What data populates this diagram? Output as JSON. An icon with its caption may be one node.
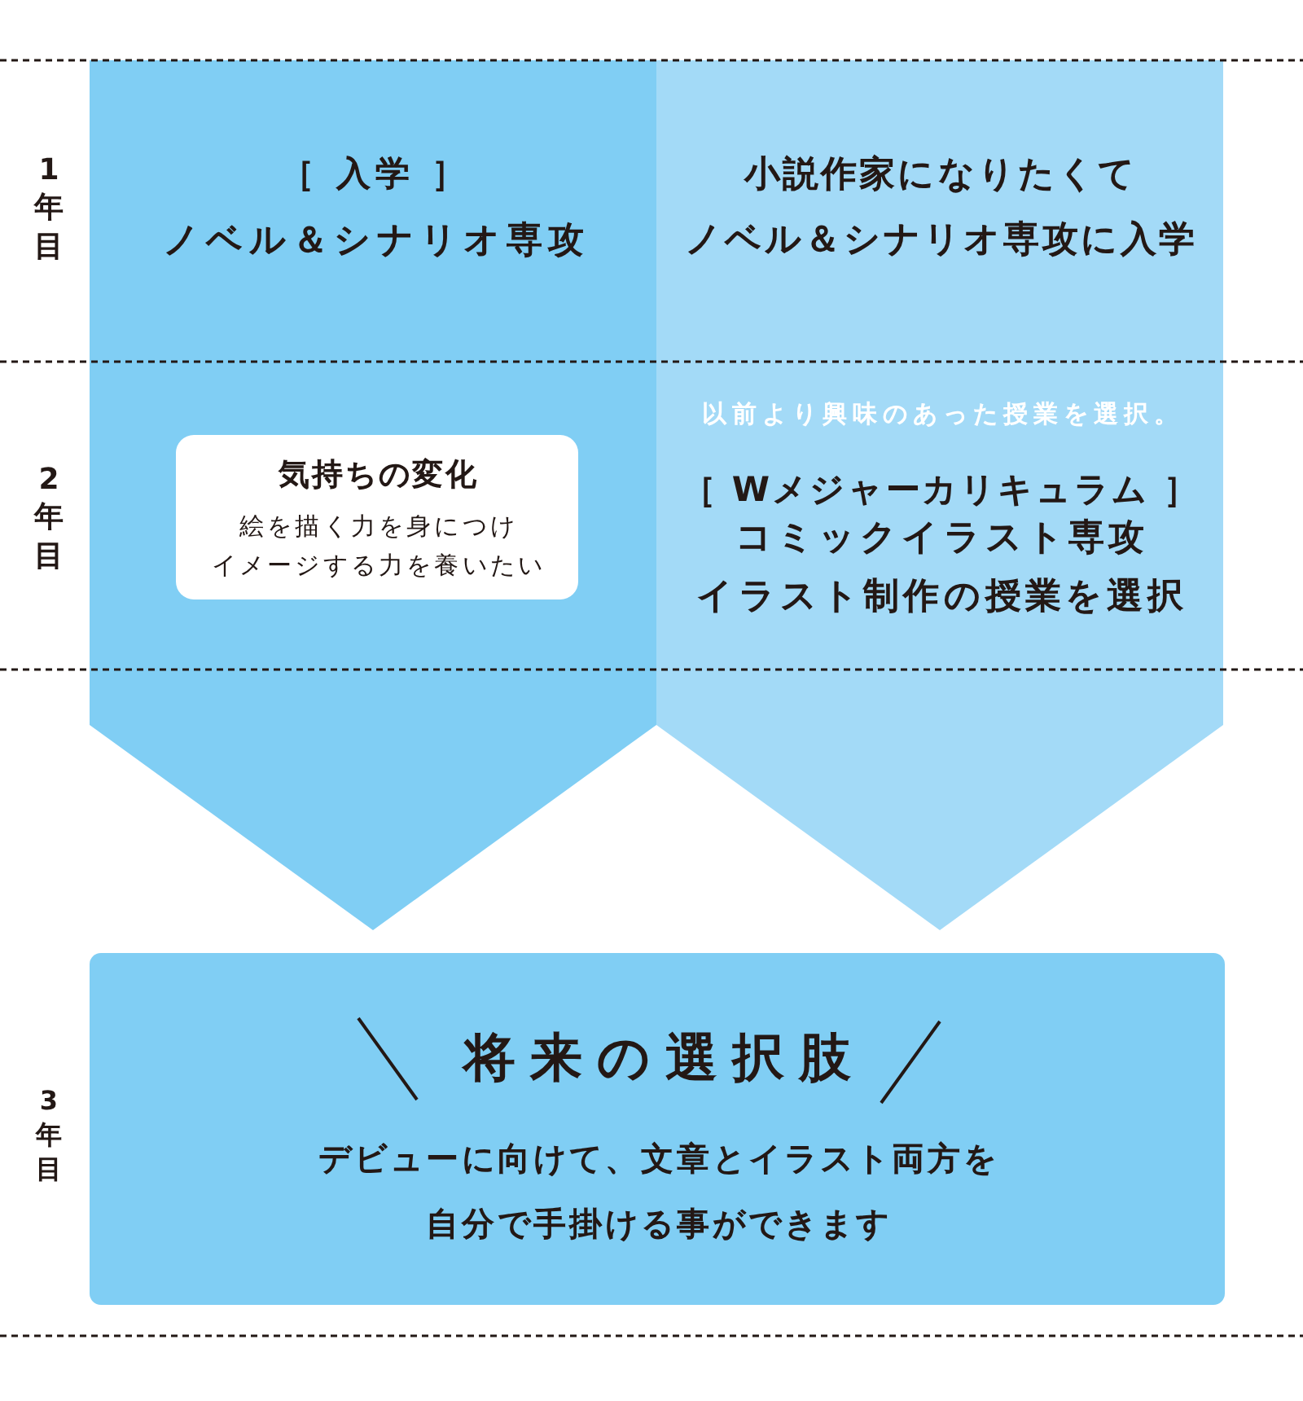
{
  "diagram": {
    "nodes": [
      {
        "text": [
          "［ 入学 ］",
          "ノベル＆シナリオ専攻"
        ]
      },
      {
        "text": [
          "気持ちの変化",
          "絵を描く力を身につけイメージする力を養いたい"
        ],
        "in": 0
      },
      {
        "text": [
          "小説作家になりたくてノベル＆シナリオ専攻に入学",
          "以前より興味のあった授業を選択。",
          "［ Wメジャーカリキュラム ］",
          "コミックイラスト専攻イラスト制作の授業を選択"
        ]
      },
      {
        "text": [
          "将来の選択肢",
          "デビューに向けて、文章とイラスト両方を自分で手掛ける事ができます"
        ]
      }
    ],
    "labels": [
      "1年目",
      "2年目",
      "3年目"
    ]
  }
}
